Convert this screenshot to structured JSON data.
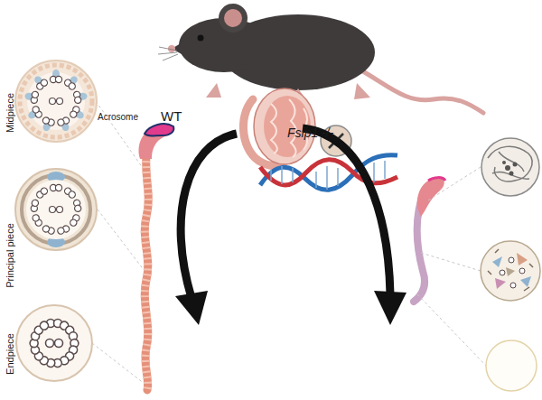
{
  "diagram": {
    "labels": [
      "WT",
      "Fsip1 -/-",
      "Acrosome",
      "Midpiece",
      "Principal piece",
      "Endpiece"
    ]
  }
}
